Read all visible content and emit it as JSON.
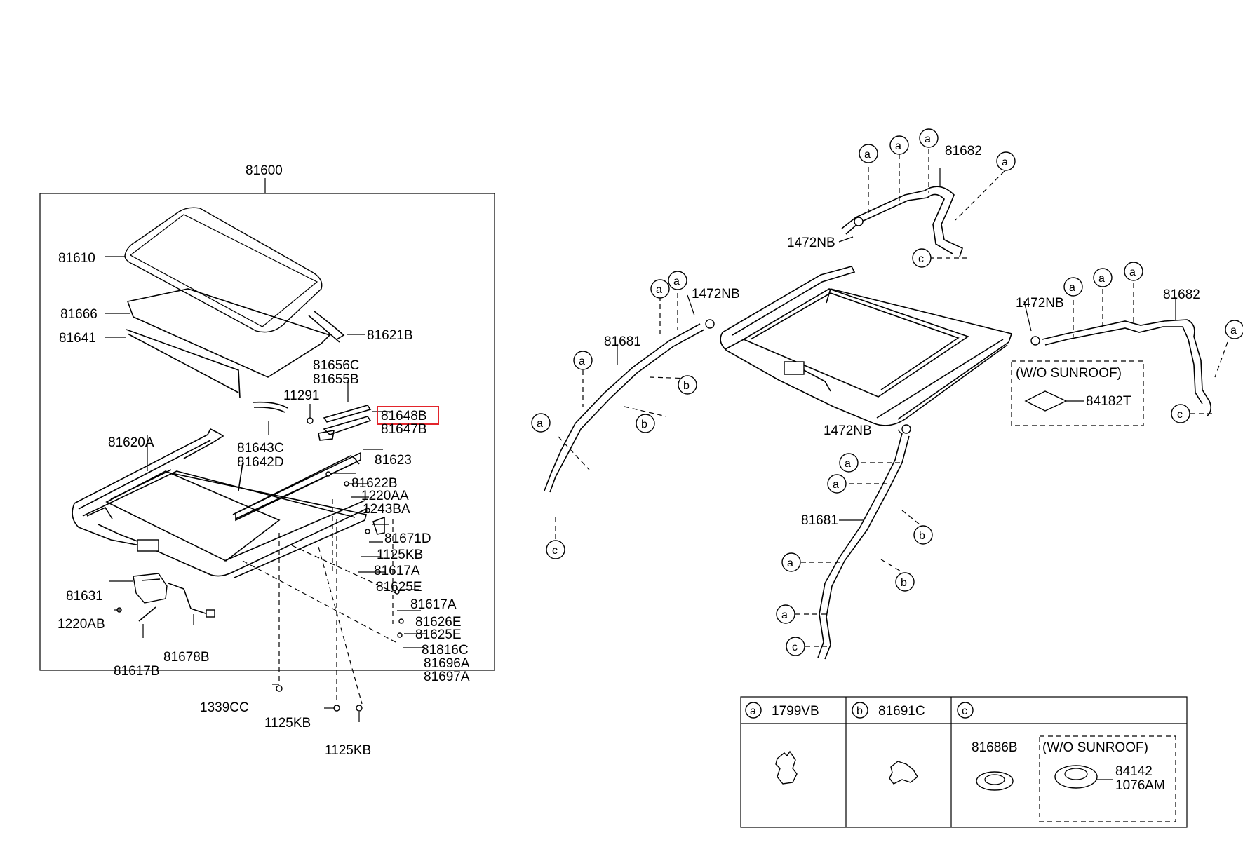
{
  "colors": {
    "line": "#000000",
    "highlight": "#e3242b",
    "background": "#ffffff"
  },
  "assembly_label": "81600",
  "labels": {
    "l81610": "81610",
    "l81666": "81666",
    "l81641": "81641",
    "l81621B": "81621B",
    "l81656C": "81656C",
    "l81655B": "81655B",
    "l11291": "11291",
    "l81648B": "81648B",
    "l81647B": "81647B",
    "l81643C": "81643C",
    "l81642D": "81642D",
    "l81620A": "81620A",
    "l81623": "81623",
    "l81622B": "81622B",
    "l1220AA": "1220AA",
    "l1243BA": "1243BA",
    "l81671D": "81671D",
    "l1125KB_a": "1125KB",
    "l81617A_a": "81617A",
    "l81625E_a": "81625E",
    "l81631": "81631",
    "l81617A_b": "81617A",
    "l81626E": "81626E",
    "l81625E_b": "81625E",
    "l1220AB": "1220AB",
    "l81816C": "81816C",
    "l81696A": "81696A",
    "l81697A": "81697A",
    "l81617B": "81617B",
    "l81678B": "81678B",
    "l1339CC": "1339CC",
    "l1125KB_b": "1125KB",
    "l1125KB_c": "1125KB",
    "l81682_top": "81682",
    "l1472NB_top": "1472NB",
    "l1472NB_left": "1472NB",
    "l81681_left": "81681",
    "l1472NB_right": "1472NB",
    "l81682_right": "81682",
    "wo_sunroof_1": "(W/O SUNROOF)",
    "l84182T": "84182T",
    "l1472NB_bottom": "1472NB",
    "l81681_bottom": "81681"
  },
  "callout": {
    "a": "a",
    "b": "b",
    "c": "c"
  },
  "legend_table": {
    "col_a": {
      "key": "a",
      "part": "1799VB"
    },
    "col_b": {
      "key": "b",
      "part": "81691C"
    },
    "col_c": {
      "key": "c",
      "part": "81686B"
    },
    "wo_sunroof": "(W/O SUNROOF)",
    "part_84142": "84142",
    "part_1076AM": "1076AM"
  }
}
